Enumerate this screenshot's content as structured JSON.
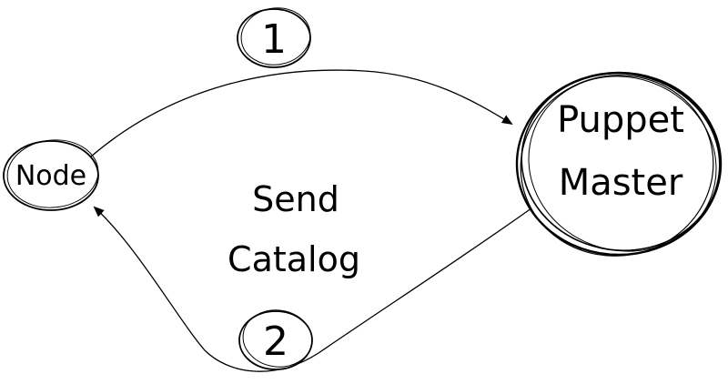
{
  "nodes": {
    "node": {
      "label": "Node"
    },
    "master": {
      "label_line1": "Puppet",
      "label_line2": "Master"
    }
  },
  "steps": {
    "step1": {
      "label": "1"
    },
    "step2": {
      "label": "2"
    }
  },
  "annotation": {
    "line1": "Send",
    "line2": "Catalog"
  },
  "colors": {
    "ink": "#000000",
    "background": "#ffffff"
  }
}
